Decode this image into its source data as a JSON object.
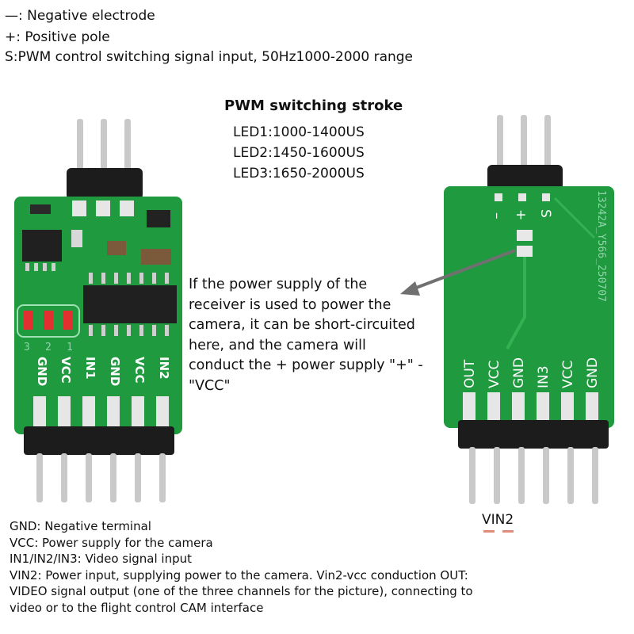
{
  "pin_legend": [
    "—: Negative electrode",
    "+: Positive pole",
    "S:PWM control switching signal input, 50Hz1000-2000 range"
  ],
  "stroke": {
    "title": "PWM switching stroke",
    "lines": [
      "LED1:1000-1400US",
      "LED2:1450-1600US",
      "LED3:1650-2000US"
    ]
  },
  "note_lines": [
    "If the power supply of the",
    "receiver is used to power the",
    "camera, it can be short-circuited",
    "here, and the camera will",
    "conduct the + power supply \"+\" -",
    "\"VCC\""
  ],
  "left_board": {
    "pin_labels": [
      "GND",
      "VCC",
      "IN1",
      "GND",
      "VCC",
      "IN2"
    ],
    "led_numbers": [
      "3",
      "2",
      "1"
    ]
  },
  "right_board": {
    "top_labels": [
      "–",
      "+",
      "S"
    ],
    "pin_labels": [
      "OUT",
      "VCC",
      "GND",
      "IN3",
      "VCC",
      "GND"
    ],
    "silkscreen": "13242A_Y566_250707"
  },
  "vin2_label": "VIN2",
  "bottom_notes": [
    "GND: Negative terminal",
    "VCC: Power supply for the camera",
    "IN1/IN2/IN3: Video signal input",
    "VIN2: Power input, supplying power to the camera. Vin2-vcc conduction OUT:",
    "VIDEO signal output (one of the three channels for the picture), connecting to",
    "video or to the flight control CAM interface"
  ],
  "colors": {
    "pcb_green": "#1f9a3e",
    "header_black": "#1c1c1c",
    "pin_silver": "#c9c9c9",
    "arrow_gray": "#707070"
  }
}
